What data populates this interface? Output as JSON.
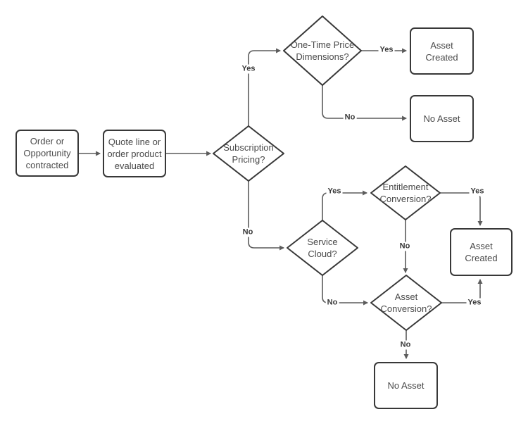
{
  "colors": {
    "background": "#ffffff",
    "connector": "#5c5c5c",
    "shape_border": "#383838",
    "shape_fill": "#ffffff",
    "node_text": "#4a4a4a",
    "edge_label_text": "#383838"
  },
  "nodes": {
    "order": {
      "type": "process",
      "label": "Order or\nOpportunity\ncontracted"
    },
    "quote": {
      "type": "process",
      "label": "Quote line or\norder product\nevaluated"
    },
    "subscription": {
      "type": "decision",
      "label": "Subscription\nPricing?"
    },
    "onetime": {
      "type": "decision",
      "label": "One-Time Price\nDimensions?"
    },
    "asset_created_top": {
      "type": "process",
      "label": "Asset\nCreated"
    },
    "no_asset_top": {
      "type": "process",
      "label": "No Asset"
    },
    "service": {
      "type": "decision",
      "label": "Service\nCloud?"
    },
    "entitlement": {
      "type": "decision",
      "label": "Entitlement\nConversion?"
    },
    "asset_conversion": {
      "type": "decision",
      "label": "Asset\nConversion?"
    },
    "asset_created_bottom": {
      "type": "process",
      "label": "Asset\nCreated"
    },
    "no_asset_bottom": {
      "type": "process",
      "label": "No Asset"
    }
  },
  "edge_labels": {
    "subscription_yes": "Yes",
    "subscription_no": "No",
    "onetime_yes": "Yes",
    "onetime_no": "No",
    "service_yes": "Yes",
    "service_no": "No",
    "entitlement_yes": "Yes",
    "entitlement_no": "No",
    "asset_conversion_yes": "Yes",
    "asset_conversion_no": "No"
  }
}
